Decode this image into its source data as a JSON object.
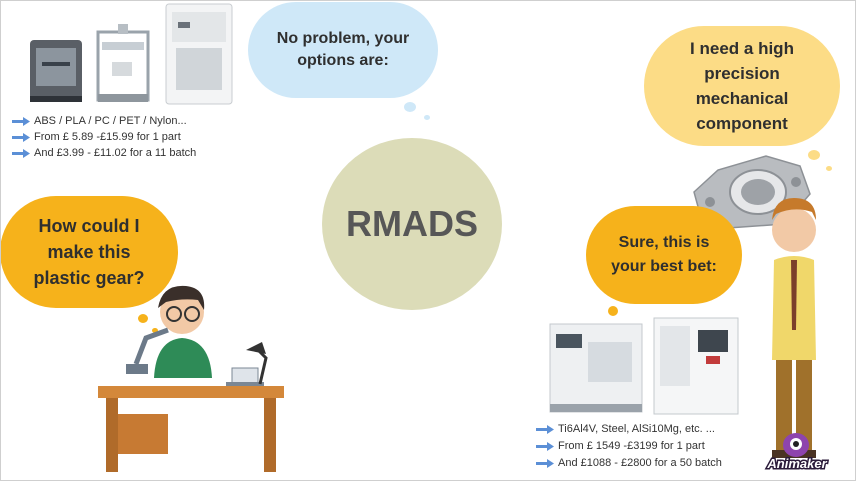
{
  "bubbles": {
    "options": "No problem, your options are:",
    "high_precision": "I need a high precision mechanical component",
    "plastic_gear": "How could I make this plastic gear?",
    "best_bet": "Sure, this is your best bet:"
  },
  "center_title": "RMADS",
  "plastic_options": [
    "ABS / PLA / PC / PET / Nylon...",
    "From £ 5.89 -£15.99 for 1 part",
    "And £3.99 - £11.02 for a 11 batch"
  ],
  "metal_options": [
    "Ti6Al4V, Steel, AlSi10Mg, etc. ...",
    "From £ 1549  -£3199 for 1 part",
    "And £1088 - £2800 for a 50 batch"
  ],
  "logo_text": "Animaker",
  "colors": {
    "blue_bubble": "#cfe8f8",
    "yellow_bubble": "#fcdc86",
    "orange_bubble": "#f6b21b",
    "center_circle": "#dcdcb8",
    "arrow_blue": "#5b8fd6"
  }
}
